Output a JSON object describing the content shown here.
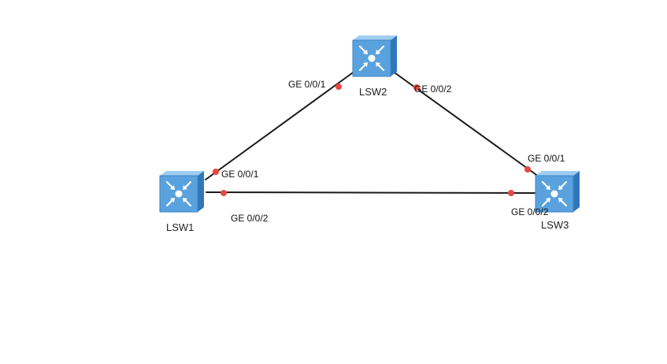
{
  "colors": {
    "link": "#1a1a1a",
    "port_dot": "#e8473f",
    "switch_face": "#5aa2dd",
    "switch_side": "#2f77b9",
    "switch_top": "#9fcdf0",
    "switch_symbol": "#ffffff"
  },
  "nodes": [
    {
      "id": "LSW1",
      "label": "LSW1",
      "icon": "switch-icon"
    },
    {
      "id": "LSW2",
      "label": "LSW2",
      "icon": "switch-icon"
    },
    {
      "id": "LSW3",
      "label": "LSW3",
      "icon": "switch-icon"
    }
  ],
  "links": [
    {
      "from": "LSW1",
      "from_port": "GE 0/0/1",
      "to": "LSW2",
      "to_port": "GE 0/0/1"
    },
    {
      "from": "LSW2",
      "from_port": "GE 0/0/2",
      "to": "LSW3",
      "to_port": "GE 0/0/1"
    },
    {
      "from": "LSW1",
      "from_port": "GE 0/0/2",
      "to": "LSW3",
      "to_port": "GE 0/0/2"
    }
  ]
}
